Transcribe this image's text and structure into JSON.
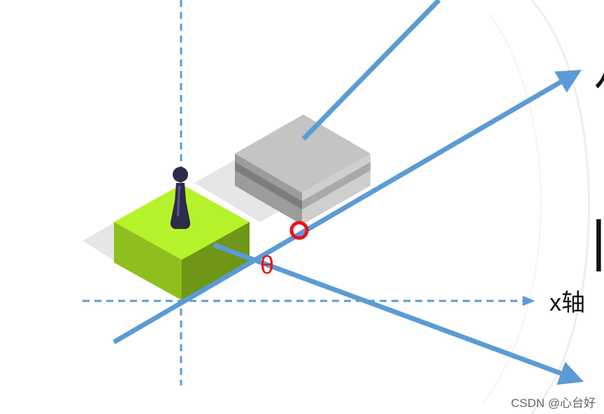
{
  "labels": {
    "theta": "θ",
    "x_axis": "x轴",
    "watermark": "CSDN @心台好",
    "edge_glyph_top": "ﾉ",
    "edge_glyph_mid": "|"
  },
  "colors": {
    "arrow": "#5b9bd5",
    "dashed_axis": "#5b9bd5",
    "green_top": "#b6f22a",
    "green_front": "#8fbf1c",
    "green_side": "#6f9616",
    "gray_top": "#bcbcbc",
    "gray_front": "#9b9b9b",
    "gray_side": "#c9c9c9",
    "shadow": "#e3e3e3",
    "marker": "#e8141b",
    "figure": "#2d2b4a",
    "theta_text": "#e8141b",
    "text": "#111111",
    "watermark": "#666666"
  }
}
